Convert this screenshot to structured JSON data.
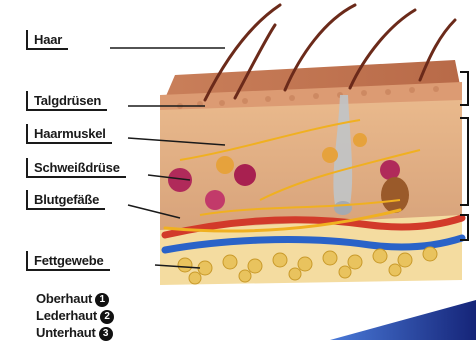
{
  "labels": {
    "haar": "Haar",
    "talgdruesen": "Talgdrüsen",
    "haarmuskel": "Haarmuskel",
    "schweissdruese": "Schweißdrüse",
    "blutgefaesse": "Blutgefäße",
    "fettgewebe": "Fettgewebe"
  },
  "legend": [
    {
      "text": "Oberhaut",
      "number": "1"
    },
    {
      "text": "Lederhaut",
      "number": "2"
    },
    {
      "text": "Unterhaut",
      "number": "3"
    }
  ],
  "colors": {
    "epidermis": "#d89a6a",
    "dermis": "#e4b48a",
    "fat": "#f1d58a",
    "artery": "#d23a2a",
    "vein": "#2a63c8",
    "nerve": "#f0b020",
    "hair": "#6b2a1a",
    "gland": "#b02a5a",
    "accent_stripe": "#1e2f8a"
  }
}
